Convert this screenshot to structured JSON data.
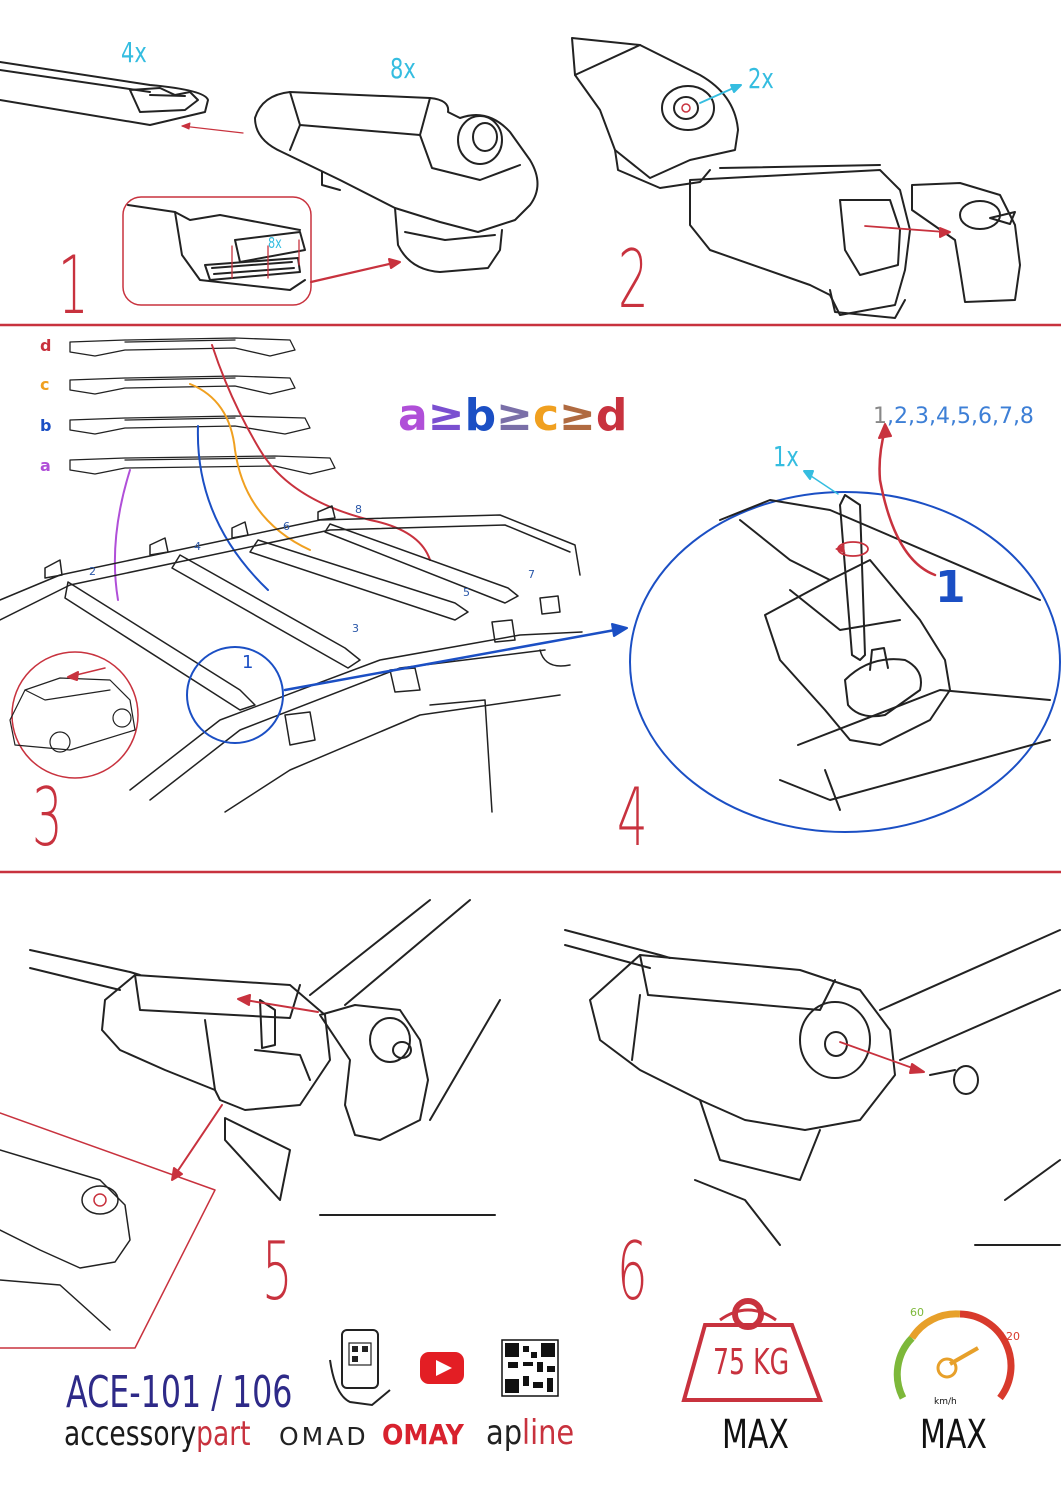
{
  "steps": {
    "s1": "1",
    "s2": "2",
    "s3": "3",
    "s4": "4",
    "s5": "5",
    "s6": "6"
  },
  "counts": {
    "bars": "4x",
    "feet": "8x",
    "pads": "8x",
    "keys": "2x",
    "tool": "1x"
  },
  "rack_rows": {
    "d": "d",
    "c": "c",
    "b": "b",
    "a": "a"
  },
  "inequality": {
    "a": "a",
    "ge1": "≥",
    "b": "b",
    "ge2": "≥",
    "c": "c",
    "ge3": "≥",
    "d": "d"
  },
  "tighten_order": {
    "first": "1",
    "rest": ",2,3,4,5,6,7,8"
  },
  "big_one": "1",
  "foot_numbers": [
    "1",
    "2",
    "3",
    "4",
    "5",
    "6",
    "7",
    "8"
  ],
  "footer": {
    "model": "ACE-101 / 106",
    "brand_accessory": "accessory",
    "brand_part": "part",
    "brand_omad": "OMAD",
    "brand_omay": "OMAY",
    "brand_ap": "ap",
    "brand_line": "line",
    "weight": "75 KG",
    "weight_max": "MAX",
    "speed_max": "MAX",
    "speed_low": "60",
    "speed_high": "120",
    "speed_unit": "km/h"
  },
  "colors": {
    "accent_red": "#c8323e",
    "count_cyan": "#35bde0",
    "row_a": "#b04fd8",
    "row_b": "#1b4fc4",
    "row_c": "#f0a020",
    "row_d": "#c8323e",
    "detail_blue": "#1b4fc4",
    "model_navy": "#2e2a88"
  },
  "icons": [
    "phone-qr-icon",
    "youtube-icon",
    "qr-code-icon",
    "weight-icon",
    "speedometer-icon"
  ]
}
